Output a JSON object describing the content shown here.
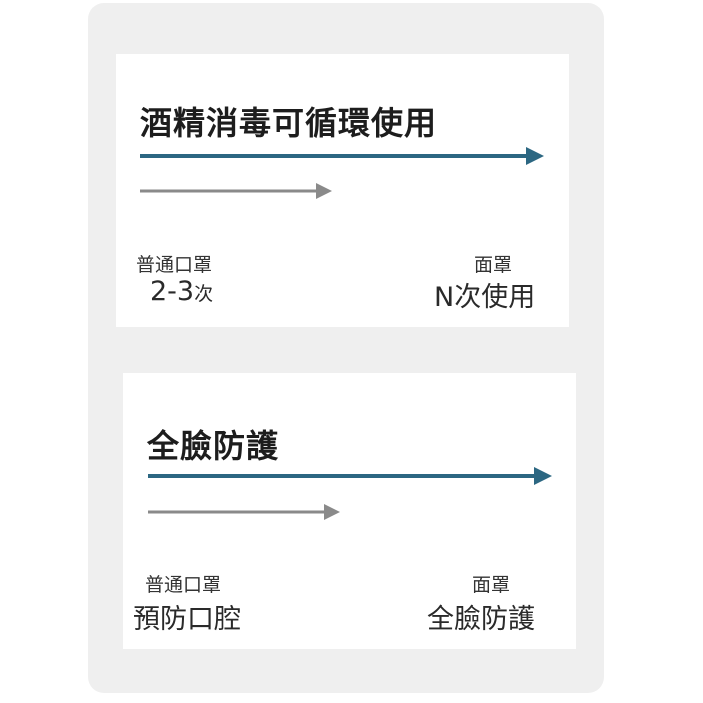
{
  "cards": [
    {
      "title": "酒精消毒可循環使用",
      "left_small": "普通口罩",
      "left_large_main": "2-3",
      "left_large_tail": "次",
      "right_small": "面罩",
      "right_large": "N次使用"
    },
    {
      "title": "全臉防護",
      "left_small": "普通口罩",
      "left_large": "預防口腔",
      "right_small": "面罩",
      "right_large": "全臉防護"
    }
  ],
  "colors": {
    "long_arrow": "#2c6782",
    "short_arrow": "#8a8a8a",
    "panel_bg": "#efefef",
    "card_bg": "#ffffff"
  }
}
